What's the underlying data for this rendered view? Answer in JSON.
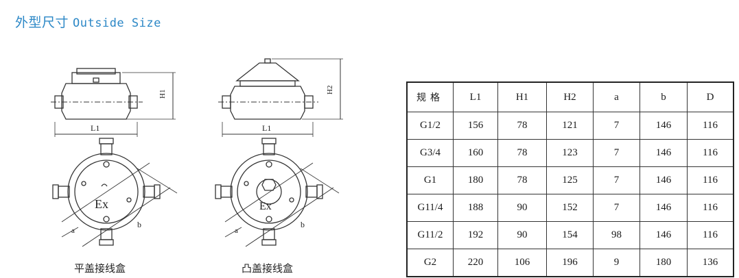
{
  "title": {
    "cn": "外型尺寸",
    "en": "Outside Size"
  },
  "drawings": {
    "dimension_labels": {
      "L1": "L1",
      "H1": "H1",
      "H2": "H2",
      "a": "a",
      "b": "b",
      "marking": "Ex"
    },
    "captions": {
      "flat": "平盖接线盒",
      "convex": "凸盖接线盒"
    }
  },
  "table": {
    "headers": [
      "规格",
      "L1",
      "H1",
      "H2",
      "a",
      "b",
      "D"
    ],
    "rows": [
      [
        "G1/2",
        "156",
        "78",
        "121",
        "7",
        "146",
        "116"
      ],
      [
        "G3/4",
        "160",
        "78",
        "123",
        "7",
        "146",
        "116"
      ],
      [
        "G1",
        "180",
        "78",
        "125",
        "7",
        "146",
        "116"
      ],
      [
        "G11/4",
        "188",
        "90",
        "152",
        "7",
        "146",
        "116"
      ],
      [
        "G11/2",
        "192",
        "90",
        "154",
        "98",
        "146",
        "116"
      ],
      [
        "G2",
        "220",
        "106",
        "196",
        "9",
        "180",
        "136"
      ]
    ]
  }
}
